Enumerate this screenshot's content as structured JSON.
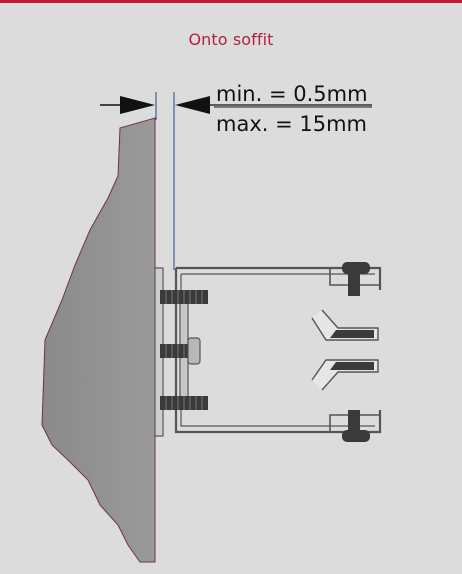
{
  "caption": "Onto soffit",
  "dimension": {
    "min_label": "min. = 0.5mm",
    "max_label": "max. = 15mm"
  },
  "colors": {
    "accent": "#c11b37",
    "caption": "#b1223c",
    "background": "#dcdcdc",
    "soffit_fill": "#8f8f8f",
    "soffit_edge": "#7a3a55",
    "hardware": "#555555",
    "dimension_line": "#2c3f8f"
  }
}
